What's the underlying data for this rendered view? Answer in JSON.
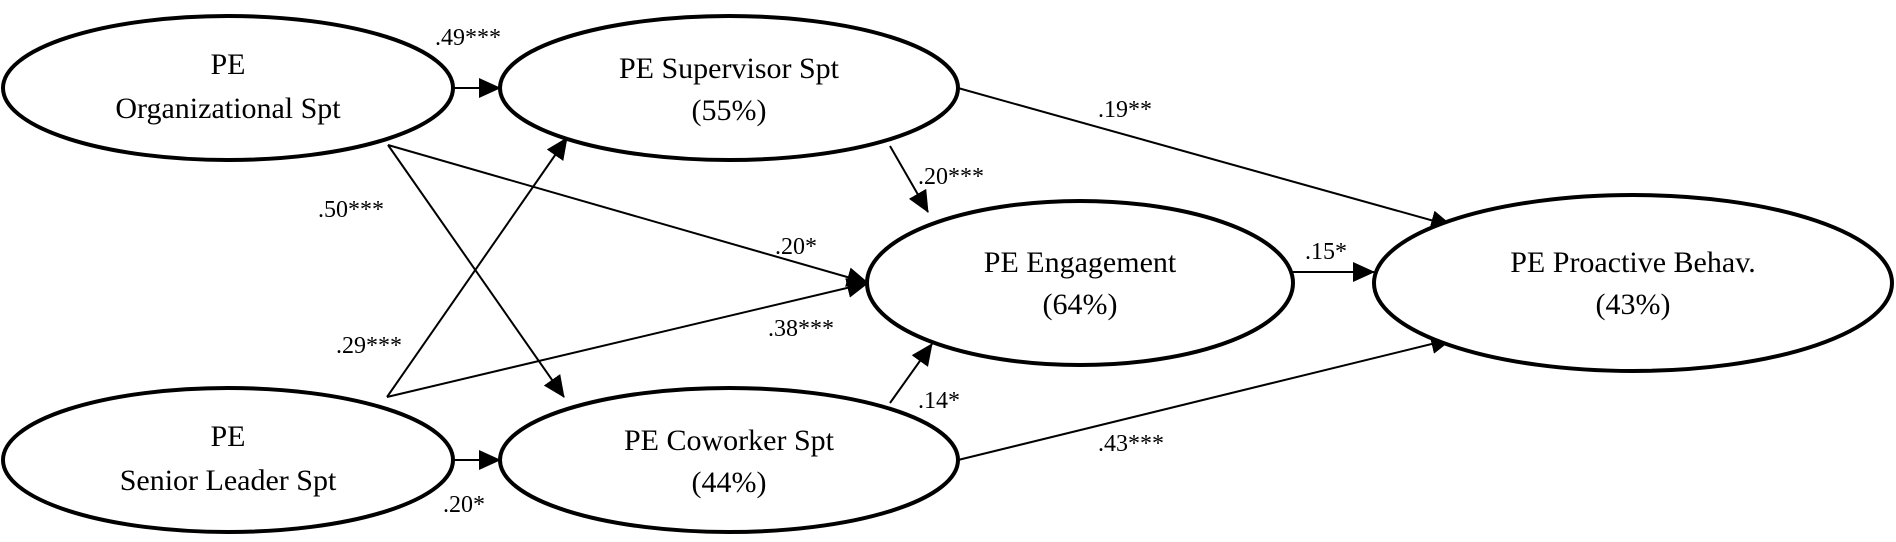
{
  "nodes": {
    "org_spt": {
      "line1": "PE",
      "line2": "Organizational Spt"
    },
    "sup_spt": {
      "line1": "PE Supervisor Spt",
      "line2": "(55%)"
    },
    "eng": {
      "line1": "PE Engagement",
      "line2": "(64%)"
    },
    "pro": {
      "line1": "PE Proactive Behav.",
      "line2": "(43%)"
    },
    "sl_spt": {
      "line1": "PE",
      "line2": "Senior Leader Spt"
    },
    "cow_spt": {
      "line1": "PE Coworker Spt",
      "line2": "(44%)"
    }
  },
  "paths": {
    "org_sup": ".49***",
    "org_cow": ".50***",
    "org_eng": ".20*",
    "sl_sup": ".29***",
    "sl_eng": ".38***",
    "sl_cow": ".20*",
    "sup_eng": ".20***",
    "sup_pro": ".19**",
    "cow_eng": ".14*",
    "cow_pro": ".43***",
    "eng_pro": ".15*"
  }
}
